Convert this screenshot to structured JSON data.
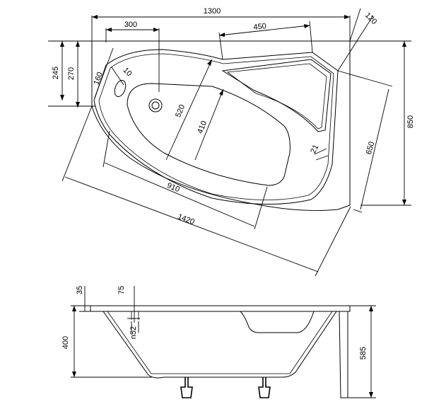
{
  "top_view": {
    "dims": {
      "width_total": "1300",
      "corner_offset": "120",
      "drain_offset": "300",
      "seat_length": "450",
      "left_245": "245",
      "left_270": "270",
      "angle_160": "160",
      "r10": "10",
      "inner_520": "520",
      "inner_410": "410",
      "height_850": "850",
      "side_650": "650",
      "r21": "21",
      "inner_910": "910",
      "length_1420": "1420"
    }
  },
  "side_view": {
    "dims": {
      "rim_35": "35",
      "drain_75": "75",
      "drain_n52": "n52",
      "depth_400": "400",
      "height_585": "585"
    }
  }
}
